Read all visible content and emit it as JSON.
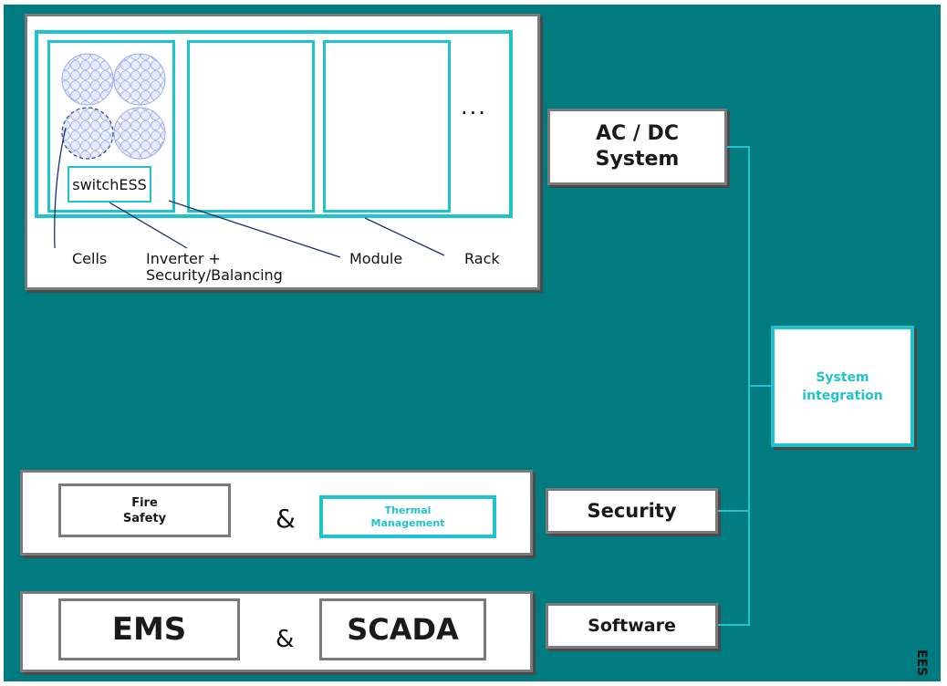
{
  "top_panel": {
    "module_label": "switchESS",
    "ellipsis": "...",
    "labels": {
      "cells": "Cells",
      "inverter_line1": "Inverter +",
      "inverter_line2": "Security/Balancing",
      "module": "Module",
      "rack": "Rack"
    }
  },
  "right_column": {
    "ac_dc_line1": "AC / DC",
    "ac_dc_line2": "System",
    "security": "Security",
    "software": "Software",
    "integration_line1": "System",
    "integration_line2": "integration"
  },
  "security_row": {
    "fire_line1": "Fire",
    "fire_line2": "Safety",
    "amp": "&",
    "thermal_line1": "Thermal",
    "thermal_line2": "Management"
  },
  "software_row": {
    "ems": "EMS",
    "amp": "&",
    "scada": "SCADA"
  },
  "watermark": "EES",
  "colors": {
    "background": "#007b80",
    "accent": "#1fc3cc",
    "frame": "#7a7a7a",
    "line": "#1a2f6e"
  }
}
